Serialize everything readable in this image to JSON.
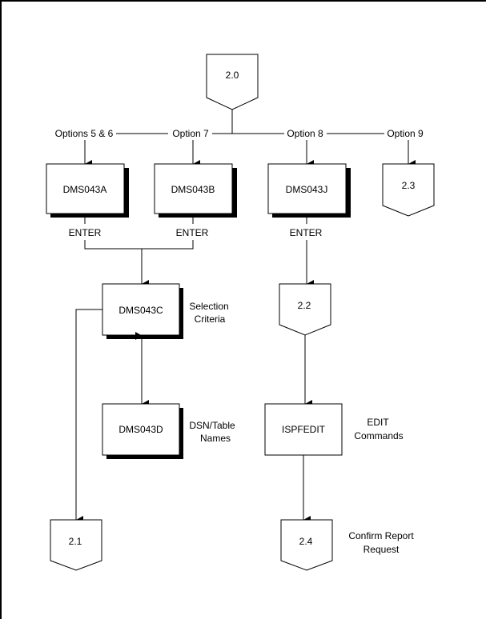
{
  "diagram": {
    "start_connector": "2.0",
    "options": [
      {
        "label": "Options 5 & 6",
        "target": "DMS043A"
      },
      {
        "label": "Option 7",
        "target": "DMS043B"
      },
      {
        "label": "Option 8",
        "target": "DMS043J"
      },
      {
        "label": "Option 9",
        "target": "2.3"
      }
    ],
    "screens": {
      "a": "DMS043A",
      "b": "DMS043B",
      "j": "DMS043J",
      "c": "DMS043C",
      "d": "DMS043D",
      "ispf": "ISPFEDIT"
    },
    "connectors": {
      "c23": "2.3",
      "c22": "2.2",
      "c21": "2.1",
      "c24": "2.4"
    },
    "edge_labels": {
      "enter_a": "ENTER",
      "enter_b": "ENTER",
      "enter_j": "ENTER"
    },
    "annotations": {
      "c_line1": "Selection",
      "c_line2": "Criteria",
      "d_line1": "DSN/Table",
      "d_line2": "Names",
      "ispf_line1": "EDIT",
      "ispf_line2": "Commands",
      "c24_line1": "Confirm Report",
      "c24_line2": "Request"
    }
  }
}
